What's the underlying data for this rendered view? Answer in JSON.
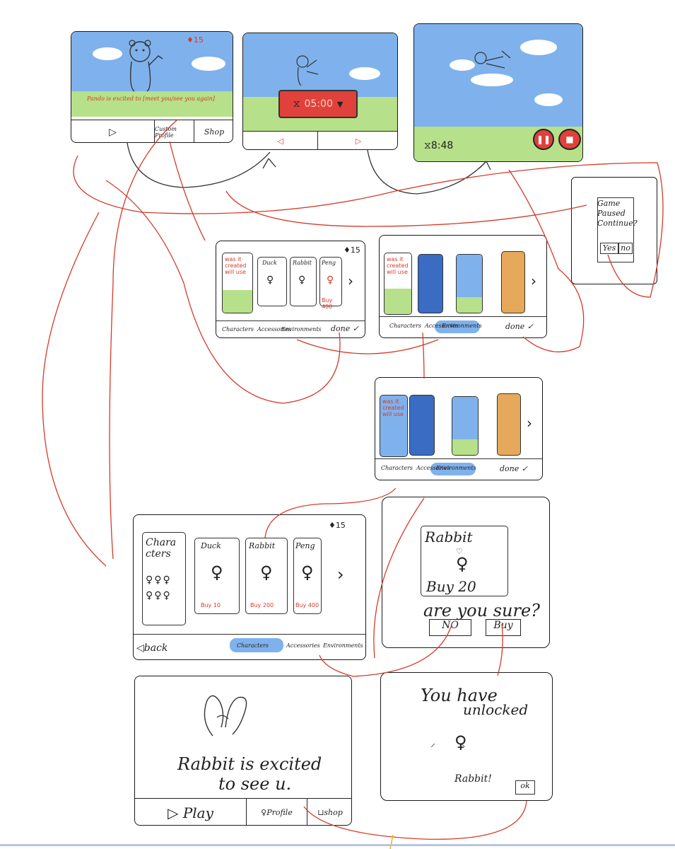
{
  "screen_home": {
    "gems": "15",
    "caption_1": "Pando is excited to",
    "caption_2": "meet you",
    "caption_3": "see you again",
    "custom_profile": "Custom Profile",
    "shop": "Shop"
  },
  "screen_timer": {
    "timer": "05:00"
  },
  "screen_play": {
    "time": "8:48"
  },
  "pause_dialog": {
    "title": "Game Paused Continue?",
    "yes": "Yes",
    "no": "no"
  },
  "custom_characters": {
    "gems": "15",
    "card_text": "was it created will use",
    "cards": [
      {
        "name": "Duck"
      },
      {
        "name": "Rabbit"
      },
      {
        "name": "Peng",
        "price": "Buy 400"
      }
    ],
    "tabs": [
      "Characters",
      "Accessories",
      "Environments"
    ],
    "done": "done ✓"
  },
  "custom_environments": {
    "card_text": "was it created will use",
    "tabs": [
      "Characters",
      "Accessories",
      "Environments"
    ],
    "done": "done ✓"
  },
  "custom_environments_2": {
    "card_text": "was it created will use",
    "tabs": [
      "Characters",
      "Accessories",
      "Environments"
    ],
    "done": "done ✓"
  },
  "shop_screen": {
    "gems": "15",
    "left_title": "Chara cters",
    "cards": [
      {
        "name": "Duck",
        "price": "Buy 10"
      },
      {
        "name": "Rabbit",
        "price": "Buy 200"
      },
      {
        "name": "Peng",
        "price": "Buy 400"
      }
    ],
    "back": "back",
    "tabs": [
      "Characters",
      "Accessories",
      "Environments"
    ]
  },
  "confirm_dialog": {
    "name": "Rabbit",
    "price": "Buy 20",
    "question": "are you sure?",
    "no": "NO",
    "buy": "Buy"
  },
  "unlocked_dialog": {
    "line1": "You have",
    "line2": "unlocked",
    "name": "Rabbit!",
    "ok": "ok"
  },
  "rabbit_home": {
    "line1": "Rabbit is excited",
    "line2": "to see u.",
    "play": "Play",
    "profile": "Profile",
    "shop": "shop"
  },
  "colors": {
    "sky": "#7fb2ec",
    "grass": "#b6e08a",
    "accent_red": "#d43a2a",
    "timer_bg": "#e0413a",
    "highlight": "#7fb2ec"
  }
}
